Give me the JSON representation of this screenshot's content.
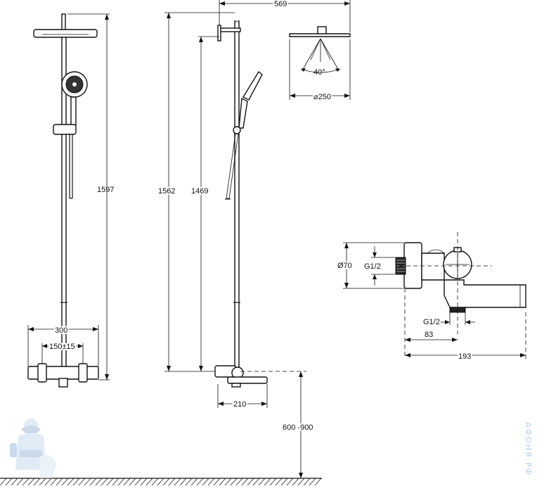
{
  "dimensions": {
    "front_pipe_height": "1597",
    "mixer_width": "300",
    "inlet_spacing": "150±15",
    "side_total_height": "1562",
    "side_shower_height": "1469",
    "arm_reach": "569",
    "spray_angle": "40°",
    "head_diameter": "⌀250",
    "spout_reach_side": "210",
    "mount_height": "600 -900",
    "mixer_body_diameter": "Ø70",
    "wall_thread": "G1/2",
    "bottom_thread": "G1/2",
    "outlet_offset": "83",
    "spout_length": "193"
  },
  "watermark": {
    "text": "АФОНЯ.РФ",
    "mascot_icon": "plumber-mascot-icon",
    "color": "#b8cfe6"
  }
}
